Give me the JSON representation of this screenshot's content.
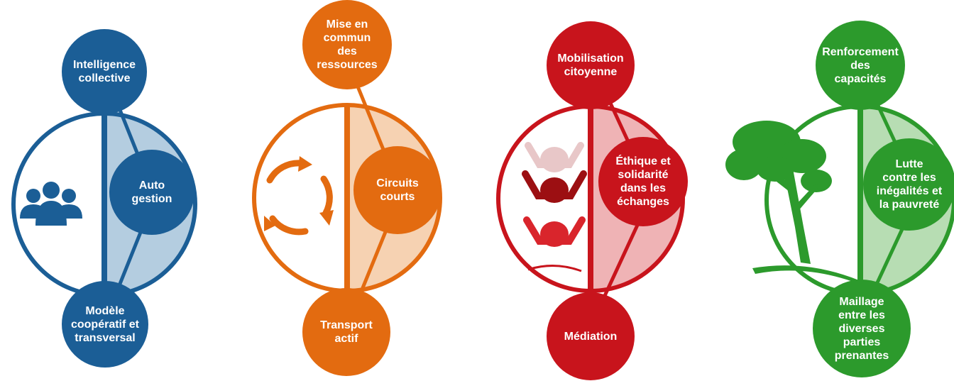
{
  "panels": [
    {
      "id": "blue",
      "colors": {
        "main": "#1b5e96",
        "light": "#b4cde0"
      },
      "top": "Intelligence\ncollective",
      "side": "Auto\ngestion",
      "bottom": "Modèle\ncoopératif et\ntransversal",
      "icon": "people-group-icon"
    },
    {
      "id": "orange",
      "colors": {
        "main": "#e36b10",
        "light": "#f6d2b2"
      },
      "top": "Mise en\ncommun\ndes\nressources",
      "side": "Circuits\ncourts",
      "bottom": "Transport\nactif",
      "icon": "cycle-arrows-icon"
    },
    {
      "id": "red",
      "colors": {
        "main": "#c8141c",
        "light": "#efb3b5"
      },
      "top": "Mobilisation\ncitoyenne",
      "side": "Éthique et\nsolidarité\ndans les\néchanges",
      "bottom": "Médiation",
      "icon": "raised-hands-people-icon"
    },
    {
      "id": "green",
      "colors": {
        "main": "#2c9a2c",
        "light": "#b7ddb3"
      },
      "top": "Renforcement\ndes\ncapacités",
      "side": "Lutte\ncontre les\ninégalités et\nla pauvreté",
      "bottom": "Maillage\nentre les\ndiverses\nparties\nprenantes",
      "icon": "tree-icon"
    }
  ]
}
